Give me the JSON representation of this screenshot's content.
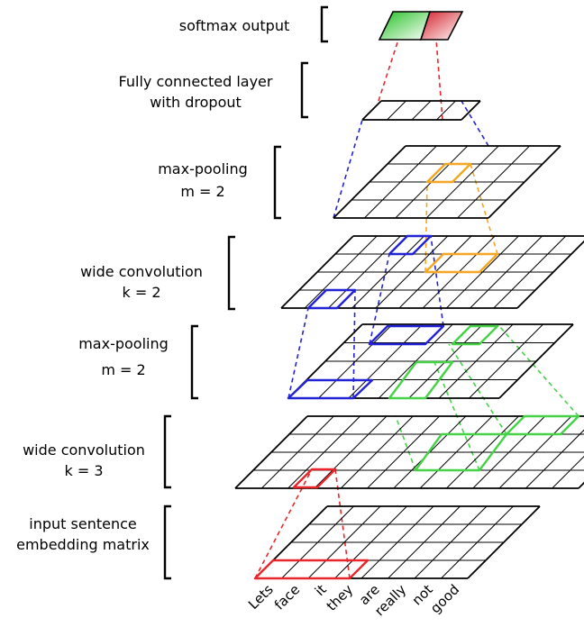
{
  "labels": {
    "softmax": [
      "softmax output"
    ],
    "fc": [
      "Fully connected layer",
      "with dropout"
    ],
    "pool2": [
      "max-pooling",
      "m = 2"
    ],
    "conv2": [
      "wide convolution",
      "k = 2"
    ],
    "pool1": [
      "max-pooling",
      "m = 2"
    ],
    "conv1": [
      "wide convolution",
      "k = 3"
    ],
    "input": [
      "input sentence",
      "embedding matrix"
    ]
  },
  "words": [
    "Lets",
    "face",
    "it",
    "they",
    "are",
    "really",
    "not",
    "good"
  ],
  "colors": {
    "grid": "#000000",
    "red": "#e8262b",
    "green": "#46d246",
    "blue": "#2323d6",
    "orange": "#f5a623",
    "softmax_green": "#22c022",
    "softmax_red": "#d4202a"
  }
}
